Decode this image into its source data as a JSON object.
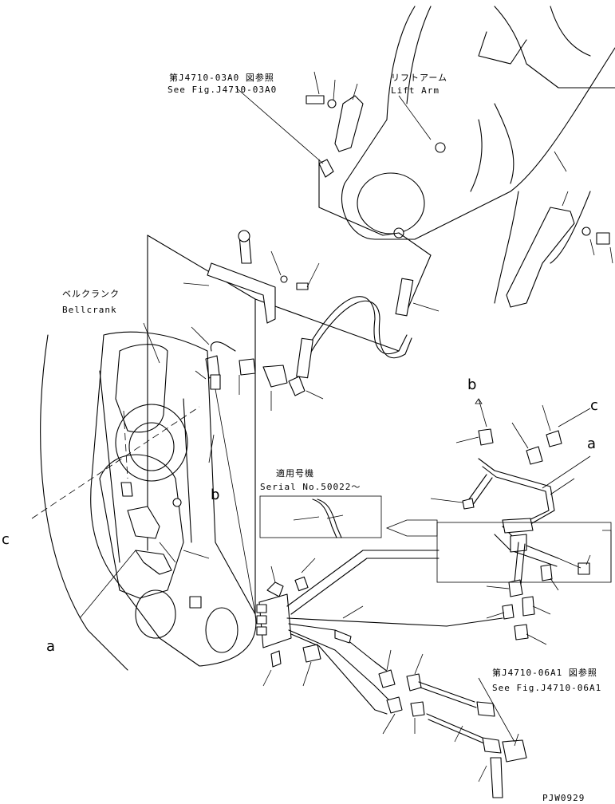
{
  "references": {
    "top_ref_jp": "第J4710-03A0 図参照",
    "top_ref_en": "See Fig.J4710-03A0",
    "bottom_ref_jp": "第J4710-06A1 図参照",
    "bottom_ref_en": "See Fig.J4710-06A1"
  },
  "components": {
    "lift_arm_jp": "リフトアーム",
    "lift_arm_en": "Lift Arm",
    "bellcrank_jp": "ベルクランク",
    "bellcrank_en": "Bellcrank"
  },
  "serial_box": {
    "title_jp": "適用号機",
    "serial": "Serial No.50022～"
  },
  "callouts": {
    "a": "a",
    "b": "b",
    "c": "c"
  },
  "drawing_number": "PJW0929"
}
